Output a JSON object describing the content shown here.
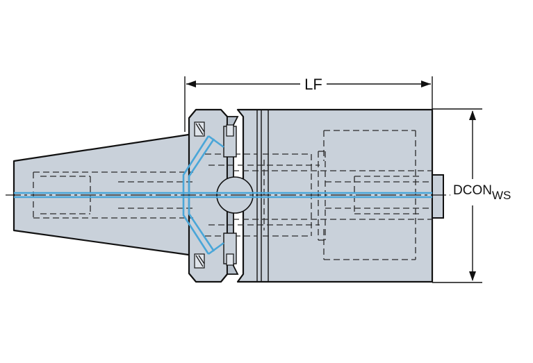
{
  "dimensions": {
    "overall_length": "LF",
    "diameter_base": "DCON",
    "diameter_subscript": "WS"
  },
  "colors": {
    "body_fill": "#c9d1da",
    "body_dark": "#b6c0cb",
    "outline": "#111111",
    "hidden_line": "#2a2a2a",
    "coolant_channel": "#4aa6d8"
  }
}
